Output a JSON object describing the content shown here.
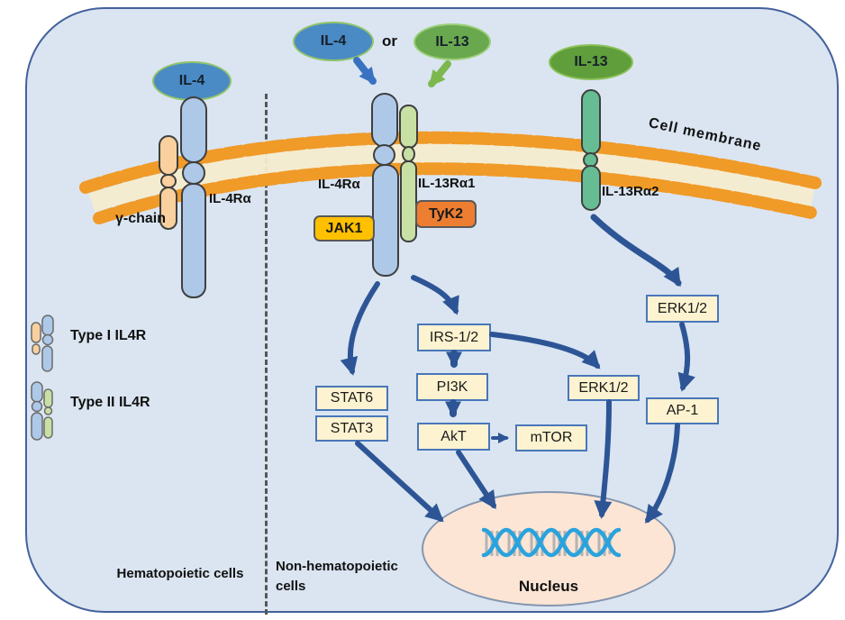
{
  "ligands": {
    "il4_left": "IL-4",
    "il4_center": "IL-4",
    "or_text": "or",
    "il13_center": "IL-13",
    "il13_right": "IL-13"
  },
  "receptor_labels": {
    "gamma_chain": "γ-chain",
    "il4ra_left": "IL-4Rα",
    "il4ra_center": "IL-4Rα",
    "il13ra1": "IL-13Rα1",
    "il13ra2": "IL-13Rα2"
  },
  "kinases": {
    "jak1": "JAK1",
    "tyk2": "TyK2"
  },
  "membrane": {
    "label": "Cell membrane"
  },
  "signaling": {
    "stat6": "STAT6",
    "stat3": "STAT3",
    "irs12": "IRS-1/2",
    "pi3k": "PI3K",
    "akt": "AkT",
    "mtor": "mTOR",
    "erk12_central": "ERK1/2",
    "erk12_right": "ERK1/2",
    "ap1": "AP-1"
  },
  "nucleus": {
    "label": "Nucleus"
  },
  "legend": {
    "type1_label": "Type I IL4R",
    "type2_label": "Type II IL4R"
  },
  "regions": {
    "hematopoietic": "Hematopoietic cells",
    "non_hematopoietic": "Non-hematopoietic cells"
  },
  "colors": {
    "cell_fill": "#dae5f1",
    "cell_border": "#44619d",
    "membrane_orange": "#f09a28",
    "membrane_tails": "#f6ecce",
    "arrow_blue": "#2d5596",
    "ligand_arrow_blue": "#3a72c2",
    "ligand_arrow_green": "#7cb84e",
    "il4_fill": "#4a8ac5",
    "il13_fill": "#69a84e",
    "il13_right_fill": "#5f9e3b",
    "receptor_blue": "#aec8e8",
    "receptor_orange": "#f9d09e",
    "receptor_green": "#c8e0a4",
    "receptor_teal": "#66bd93",
    "jak1_fill": "#ffc000",
    "tyk2_fill": "#ed7d31",
    "box_fill": "#fdf3d0",
    "box_border": "#4976ba",
    "nucleus_fill": "#fce5d5",
    "dna_blue": "#2aa3dd"
  }
}
